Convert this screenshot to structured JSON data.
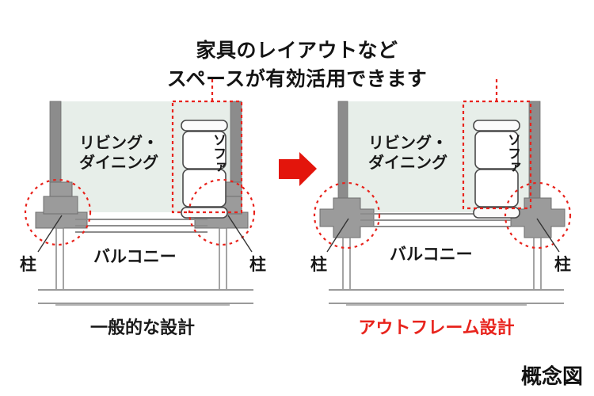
{
  "figure": {
    "headline_line1": "家具のレイアウトなど",
    "headline_line2": "スペースが有効活用できます",
    "figure_caption": "概念図",
    "accent_color": "#e8231c",
    "wall_color": "#8c8c8c",
    "room_fill": "#e7eee9",
    "outline_color": "#555555"
  },
  "panels": [
    {
      "id": "standard",
      "caption": "一般的な設計",
      "caption_color": "#1a1a1a",
      "room_label_line1": "リビング・",
      "room_label_line2": "ダイニング",
      "sofa_label": "ソファ",
      "balcony_label": "バルコニー",
      "pillar_label_left": "柱",
      "pillar_label_right": "柱",
      "column_style": "inside"
    },
    {
      "id": "outframe",
      "caption": "アウトフレーム設計",
      "caption_color": "#e8231c",
      "room_label_line1": "リビング・",
      "room_label_line2": "ダイニング",
      "sofa_label": "ソファ",
      "balcony_label": "バルコニー",
      "pillar_label_left": "柱",
      "pillar_label_right": "柱",
      "column_style": "outside"
    }
  ],
  "arrow": {
    "name": "right-arrow",
    "color": "#e3150c"
  }
}
